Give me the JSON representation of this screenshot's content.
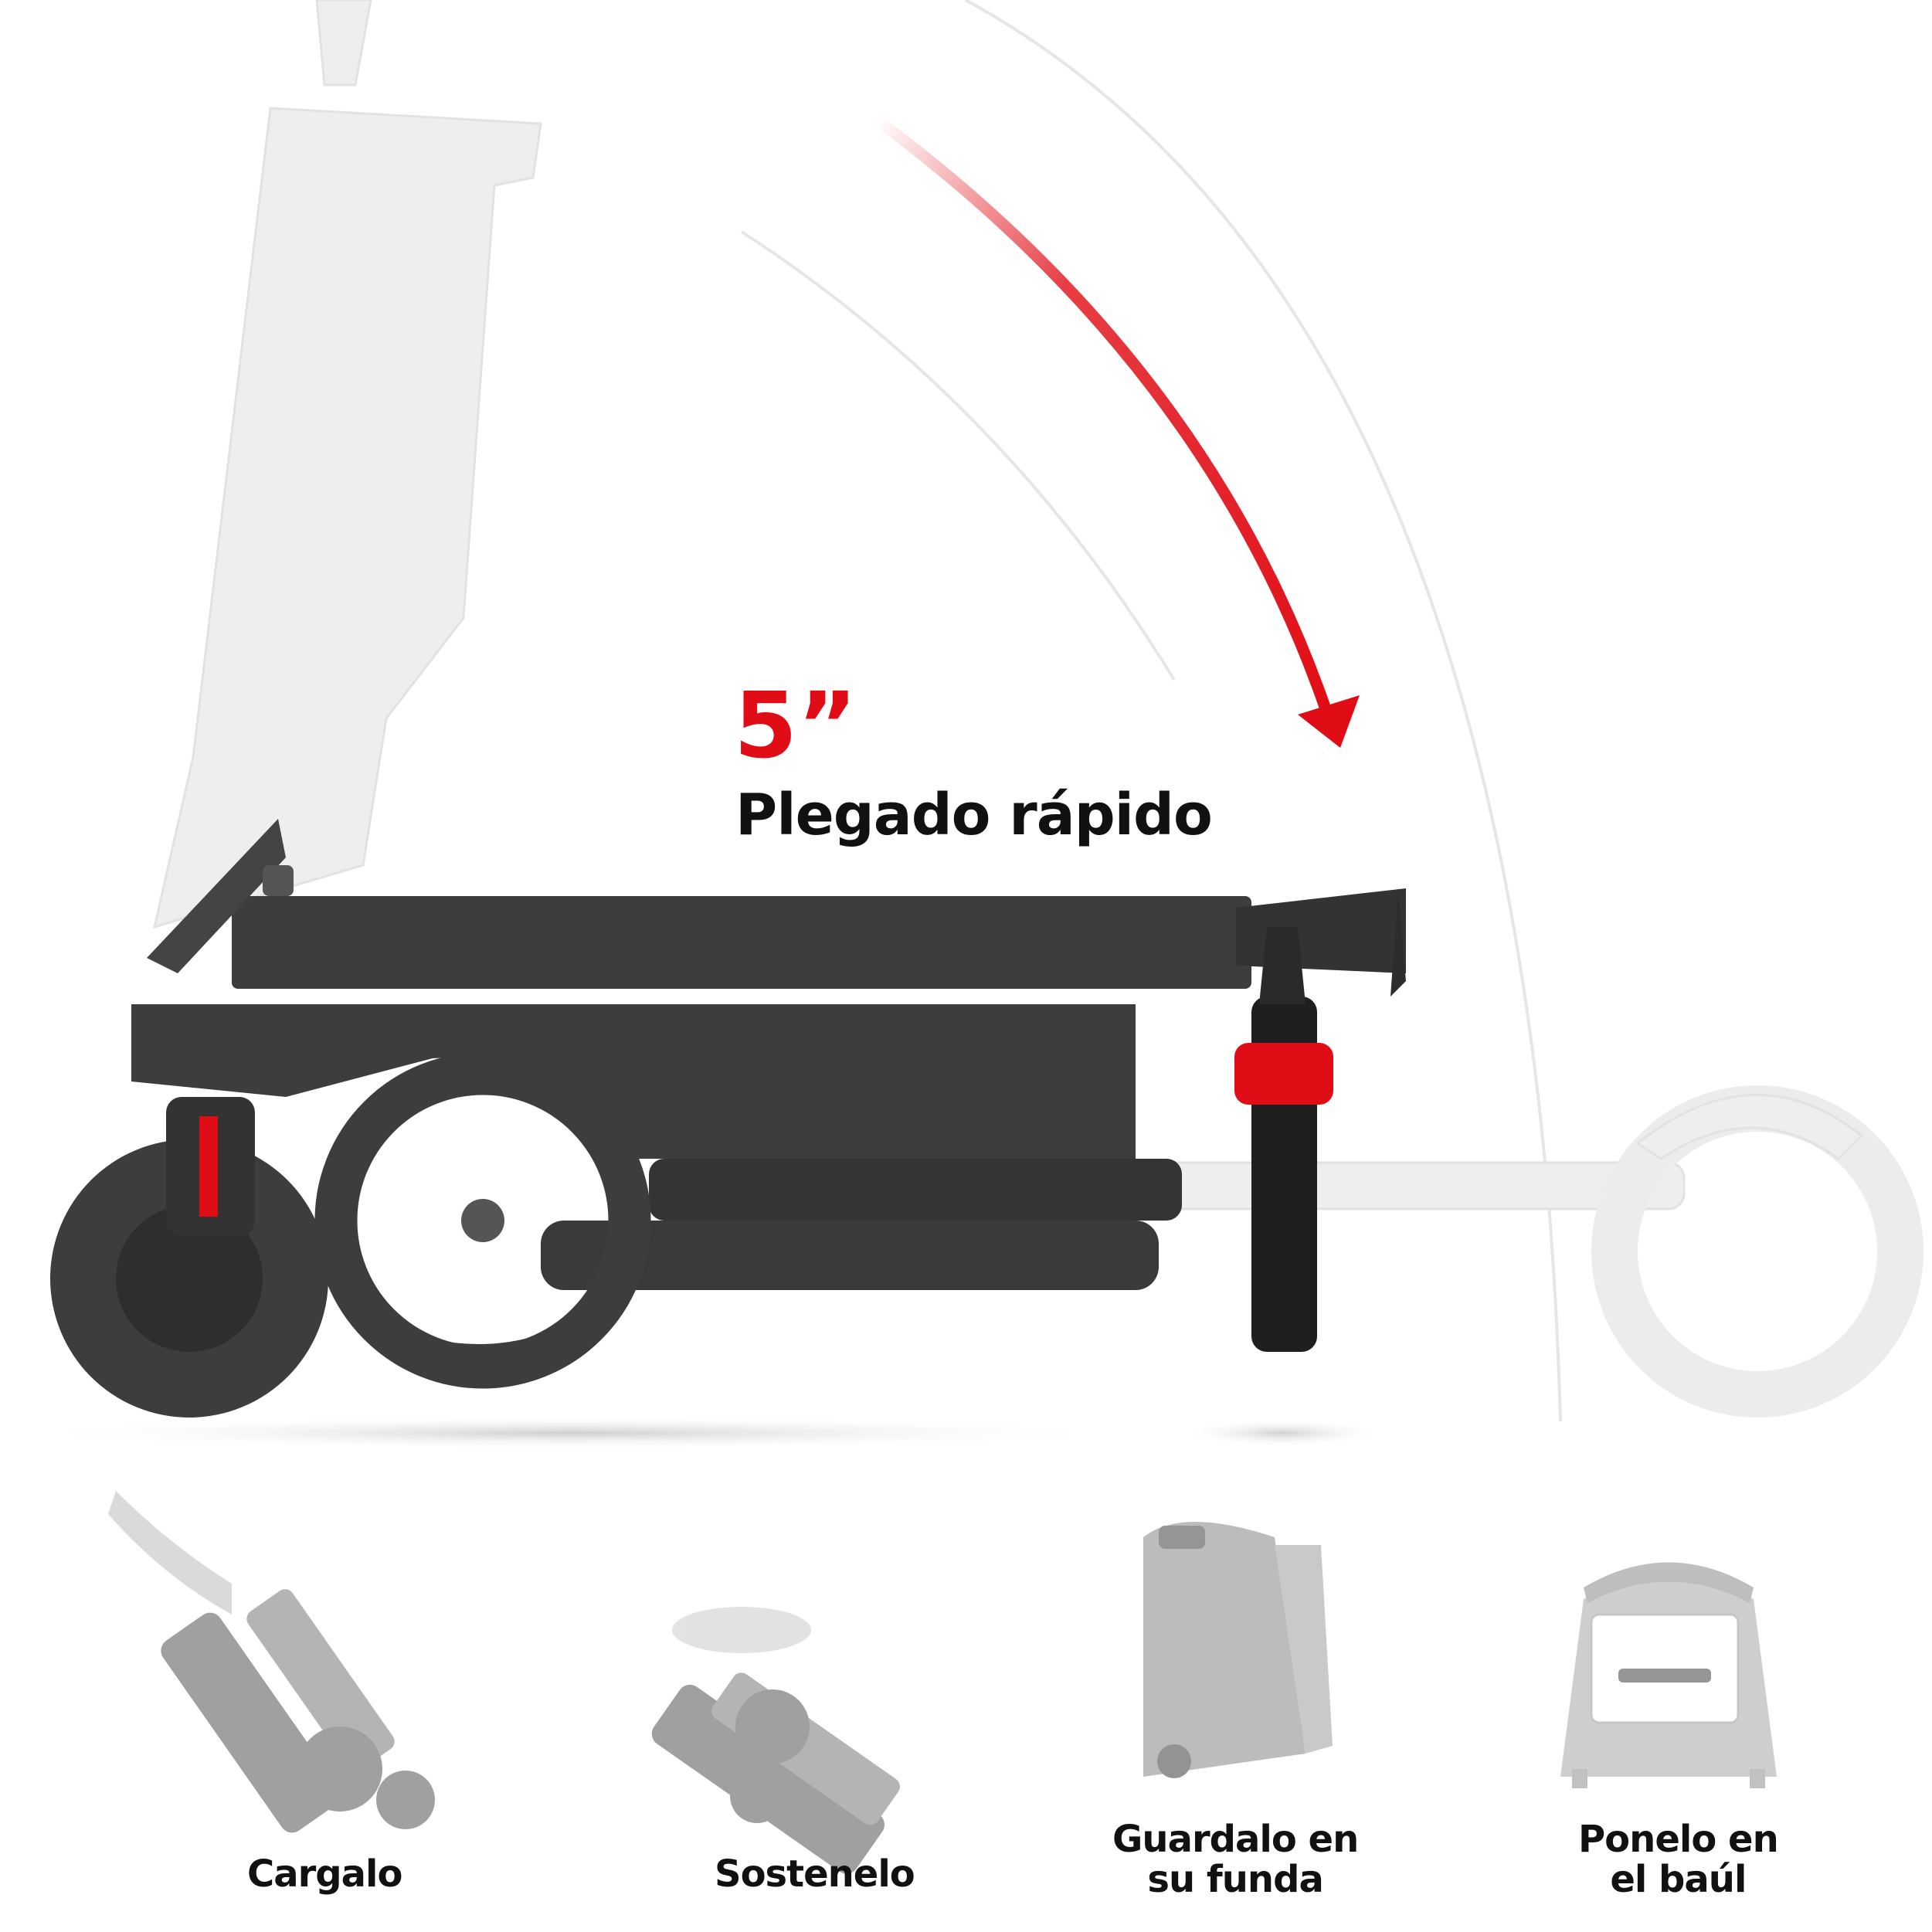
{
  "headline": {
    "time": "5”",
    "label": "Plegado rápido"
  },
  "steps": [
    {
      "label": "Cargalo",
      "icon": "carry-scooter-icon"
    },
    {
      "label": "Sostenelo",
      "icon": "hold-scooter-icon"
    },
    {
      "label": "Guardalo en su funda",
      "line1": "Guardalo en",
      "line2": "su funda",
      "icon": "bag-icon"
    },
    {
      "label": "Ponelo en el baúl",
      "line1": "Ponelo en",
      "line2": "el baúl",
      "icon": "car-trunk-icon"
    }
  ],
  "colors": {
    "accent": "#e10d16",
    "scooter_body": "#3d3d3d",
    "ghost": "#ededed",
    "text": "#111111",
    "icon_gray": "#8f8f8f"
  }
}
